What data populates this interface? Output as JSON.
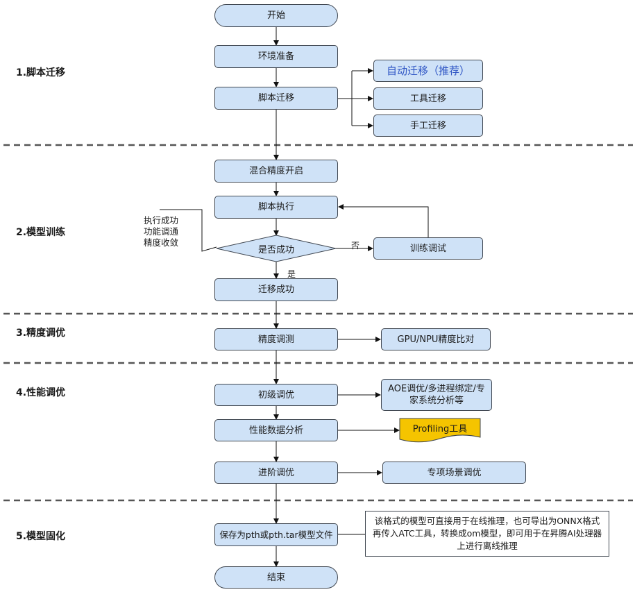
{
  "sections": [
    {
      "id": "s1",
      "label": "1.脚本迁移"
    },
    {
      "id": "s2",
      "label": "2.模型训练"
    },
    {
      "id": "s3",
      "label": "3.精度调优"
    },
    {
      "id": "s4",
      "label": "4.性能调优"
    },
    {
      "id": "s5",
      "label": "5.模型固化"
    }
  ],
  "nodes": {
    "start": "开始",
    "env_prepare": "环境准备",
    "script_migrate": "脚本迁移",
    "auto_migrate": "自动迁移（推荐）",
    "tool_migrate": "工具迁移",
    "manual_migrate": "手工迁移",
    "mixed_precision": "混合精度开启",
    "script_exec": "脚本执行",
    "is_success": "是否成功",
    "train_debug": "训练调试",
    "migrate_success": "迁移成功",
    "precision_tune": "精度调测",
    "gpu_npu_compare": "GPU/NPU精度比对",
    "basic_tune": "初级调优",
    "aoe_tune": "AOE调优/多进程绑定/专家系统分析等",
    "perf_analysis": "性能数据分析",
    "profiling_tool": "Profiling工具",
    "advanced_tune": "进阶调优",
    "special_tune": "专项场景调优",
    "save_model": "保存为pth或pth.tar模型文件",
    "end": "结束"
  },
  "notes": {
    "success_criteria": [
      "执行成功",
      "功能调通",
      "精度收敛"
    ],
    "save_model_note": "该格式的模型可直接用于在线推理，也可导出为ONNX格式再传入ATC工具，转换成om模型，即可用于在昇腾AI处理器上进行离线推理"
  },
  "edge_labels": {
    "no": "否",
    "yes": "是"
  },
  "colors": {
    "node_fill": "#cfe2f7",
    "node_border": "#3f4650",
    "profiling_fill": "#f5c400",
    "auto_migrate_text": "#2f56c5",
    "divider": "#555555"
  }
}
